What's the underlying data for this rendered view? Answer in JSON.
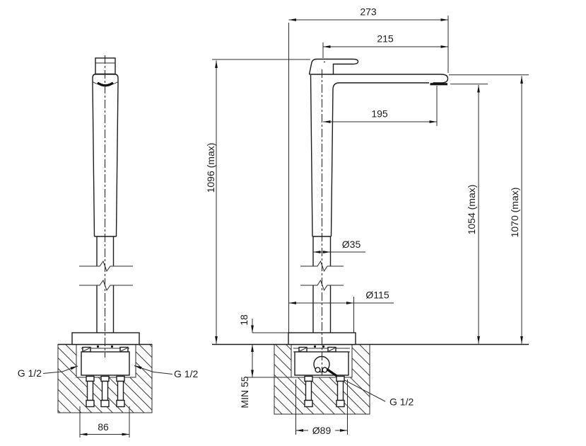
{
  "drawing": {
    "front_view": {
      "base_width": "86",
      "thread_left": "G 1/2",
      "thread_right": "G 1/2"
    },
    "side_view": {
      "overall_projection": "273",
      "spout_projection": "215",
      "aerator_reach": "195",
      "height_handle_max": "1096 (max)",
      "height_aerator_max": "1054 (max)",
      "height_spout_max": "1070 (max)",
      "column_diameter": "Ø35",
      "base_plate_diameter": "Ø115",
      "plate_height": "18",
      "min_embed_depth": "MIN 55",
      "thread": "G 1/2",
      "body_diameter": "Ø89"
    }
  }
}
